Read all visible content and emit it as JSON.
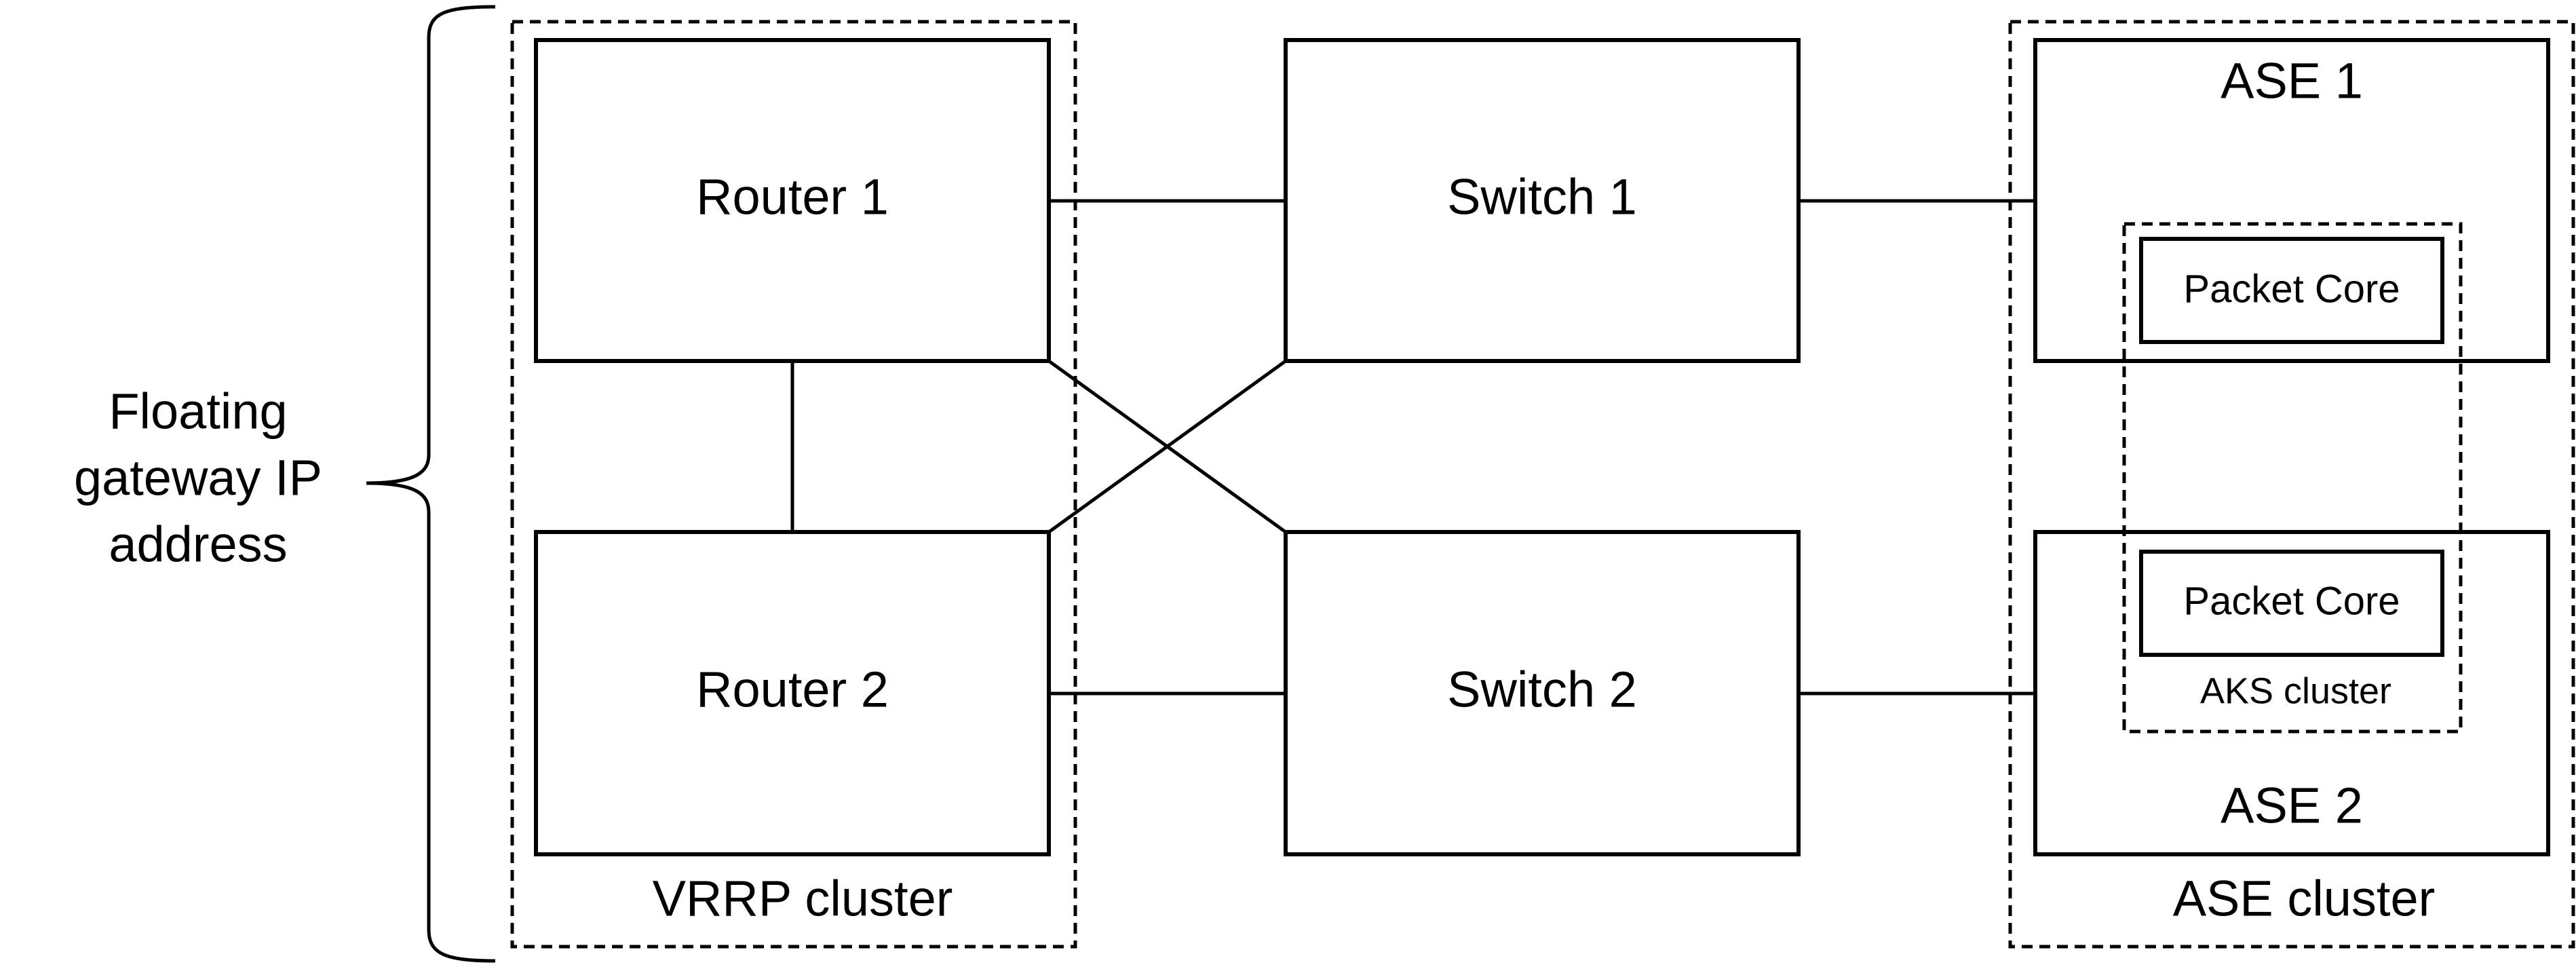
{
  "floating_label": {
    "line1": "Floating",
    "line2": "gateway IP",
    "line3": "address"
  },
  "router1": {
    "label": "Router 1"
  },
  "router2": {
    "label": "Router 2"
  },
  "switch1": {
    "label": "Switch 1"
  },
  "switch2": {
    "label": "Switch 2"
  },
  "ase1": {
    "label": "ASE 1"
  },
  "ase2": {
    "label": "ASE 2"
  },
  "packet_core_1": {
    "label": "Packet Core"
  },
  "packet_core_2": {
    "label": "Packet Core"
  },
  "aks_cluster": {
    "label": "AKS cluster"
  },
  "vrrp_cluster": {
    "label": "VRRP cluster"
  },
  "ase_cluster": {
    "label": "ASE cluster"
  }
}
